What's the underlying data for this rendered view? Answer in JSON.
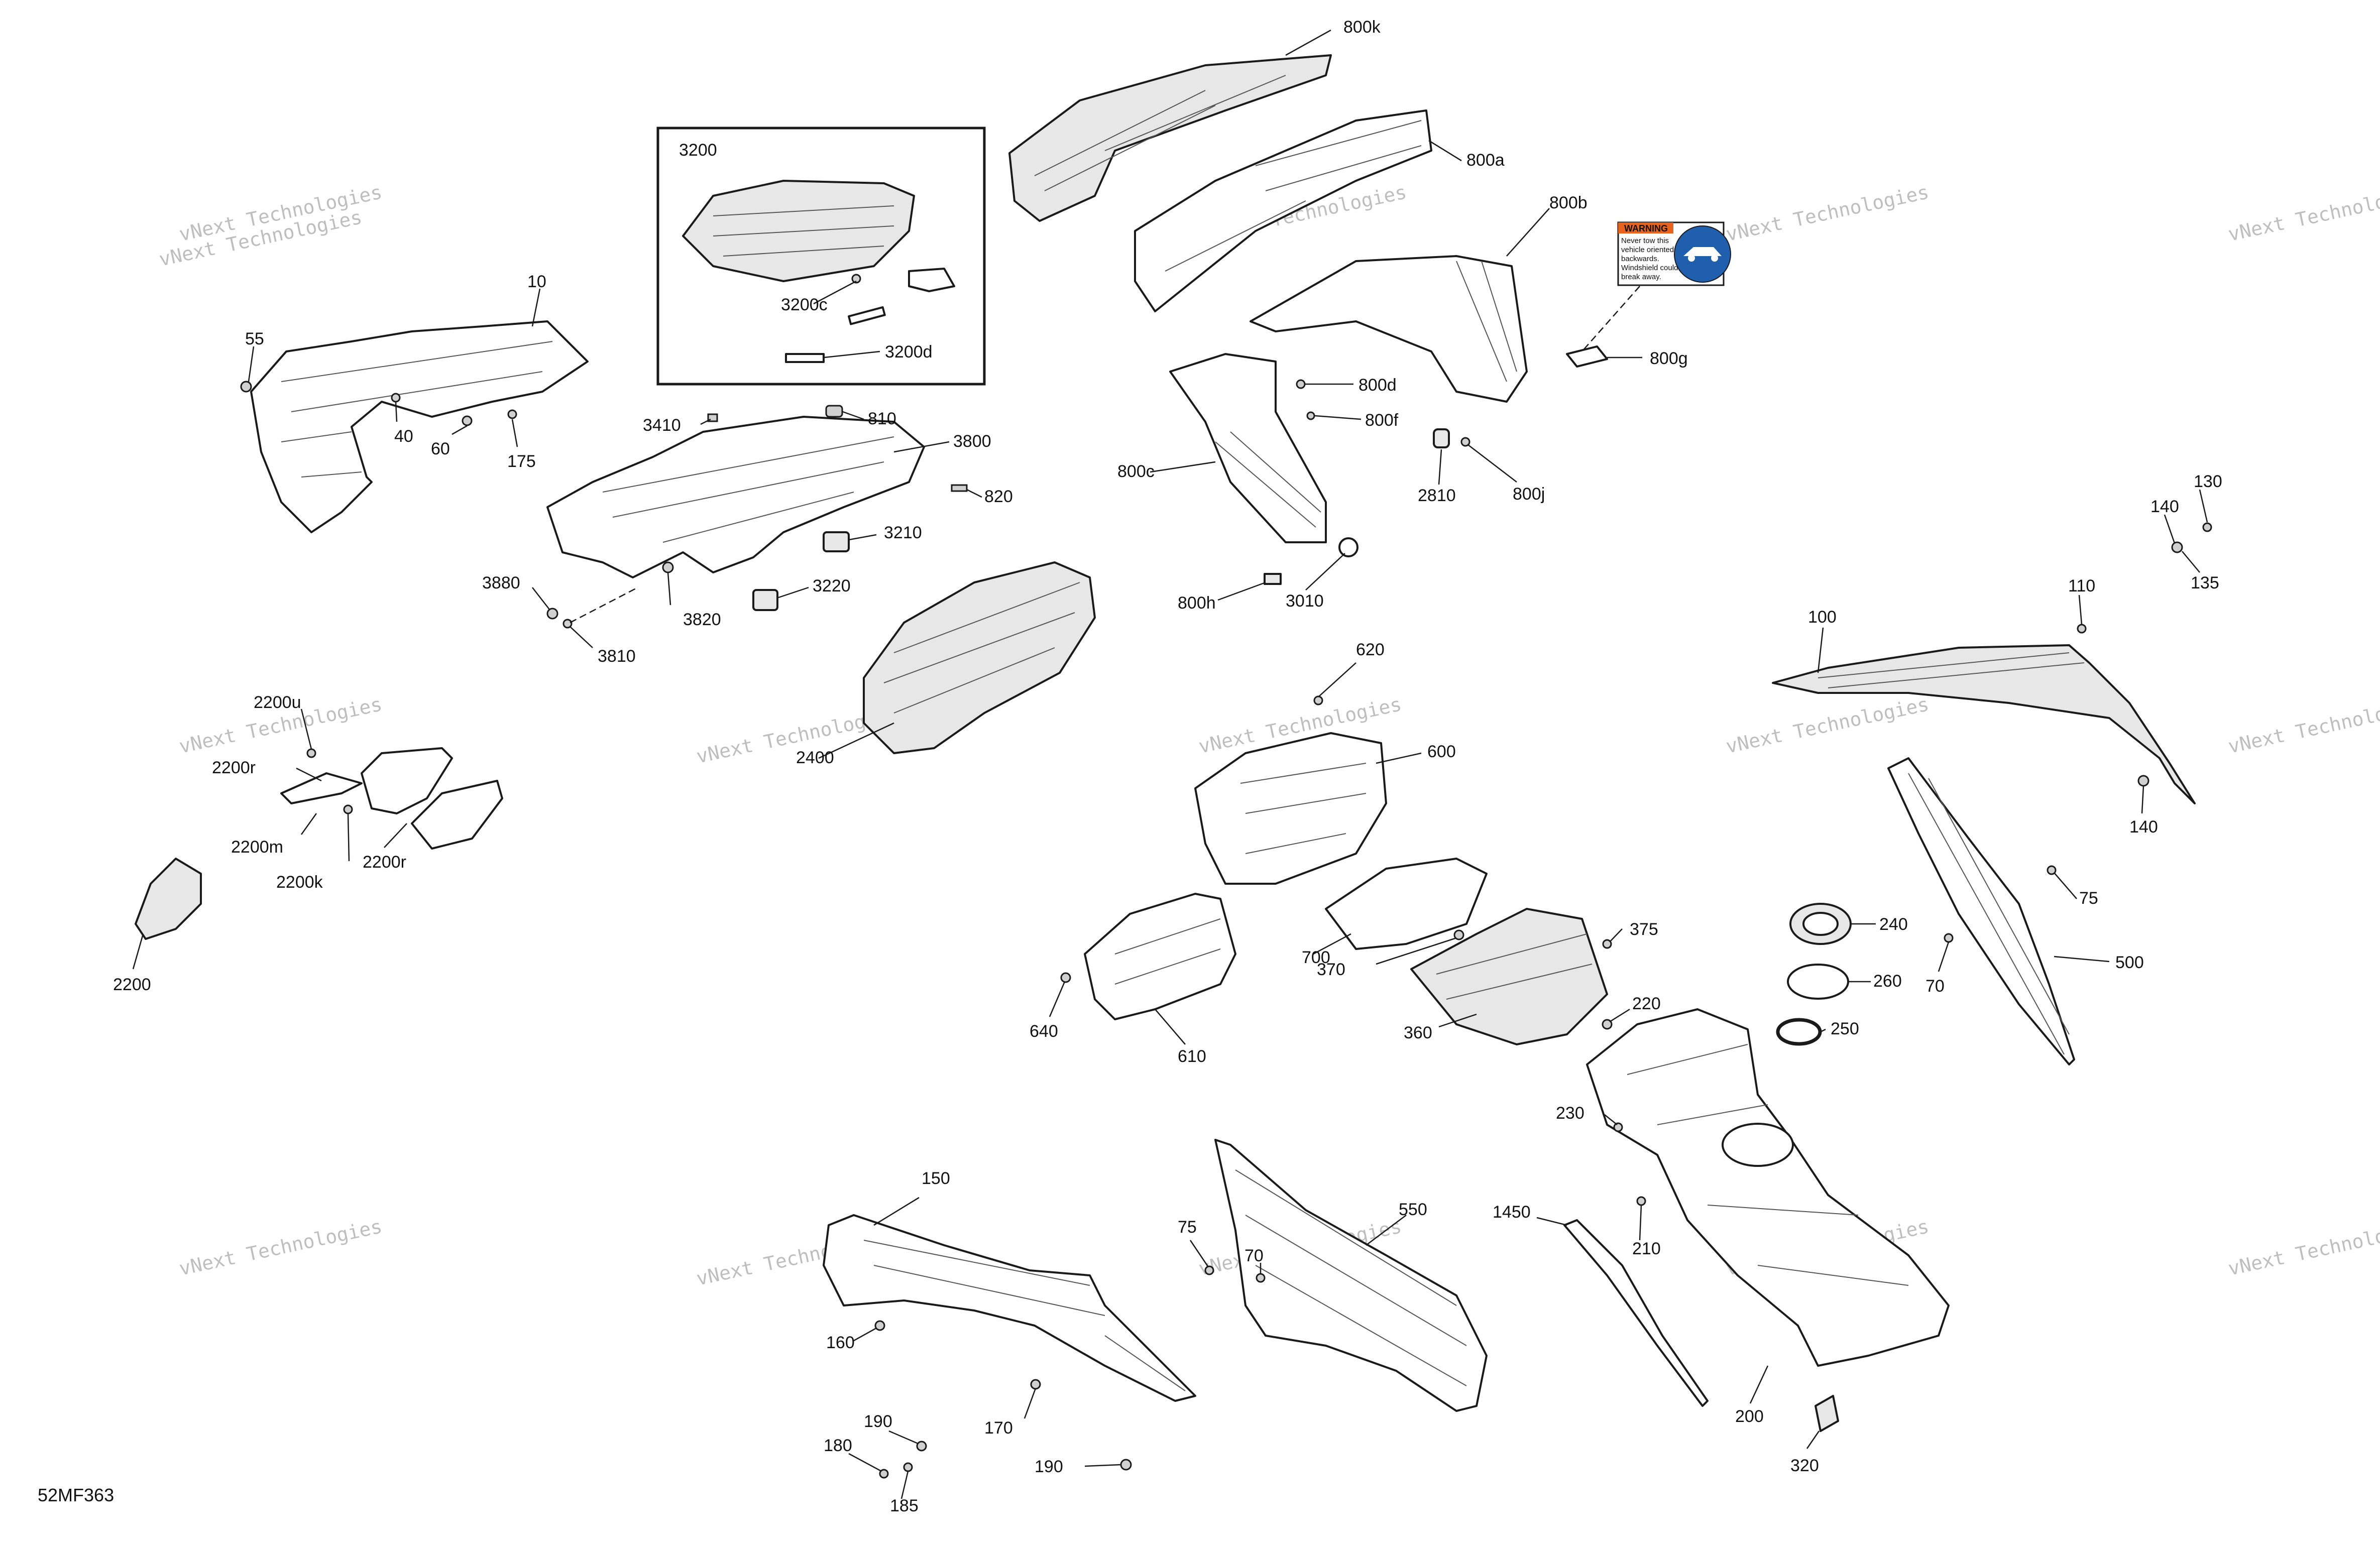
{
  "diagram_ref": "52MF363",
  "watermark": "vNext Technologies",
  "warning_label": {
    "heading": "WARNING",
    "lines": [
      "Never tow this",
      "vehicle oriented",
      "backwards.",
      "Windshield could",
      "break away."
    ],
    "colors": {
      "header": "#e8641c",
      "pictogram": "#1f5fae"
    }
  },
  "parts": [
    {
      "id": "800k"
    },
    {
      "id": "800a"
    },
    {
      "id": "800b"
    },
    {
      "id": "3200"
    },
    {
      "id": "3200c"
    },
    {
      "id": "3200d"
    },
    {
      "id": "10"
    },
    {
      "id": "55"
    },
    {
      "id": "40"
    },
    {
      "id": "60"
    },
    {
      "id": "175"
    },
    {
      "id": "3410"
    },
    {
      "id": "810"
    },
    {
      "id": "3800"
    },
    {
      "id": "820"
    },
    {
      "id": "3210"
    },
    {
      "id": "3880"
    },
    {
      "id": "3820"
    },
    {
      "id": "3220"
    },
    {
      "id": "3810"
    },
    {
      "id": "800d"
    },
    {
      "id": "800f"
    },
    {
      "id": "800c"
    },
    {
      "id": "2810"
    },
    {
      "id": "800j"
    },
    {
      "id": "800g"
    },
    {
      "id": "800h"
    },
    {
      "id": "3010"
    },
    {
      "id": "130"
    },
    {
      "id": "140"
    },
    {
      "id": "135"
    },
    {
      "id": "110"
    },
    {
      "id": "100"
    },
    {
      "id": "140"
    },
    {
      "id": "620"
    },
    {
      "id": "2400"
    },
    {
      "id": "600"
    },
    {
      "id": "2200u"
    },
    {
      "id": "2200r"
    },
    {
      "id": "2200m"
    },
    {
      "id": "2200k"
    },
    {
      "id": "2200r"
    },
    {
      "id": "2200"
    },
    {
      "id": "700"
    },
    {
      "id": "370"
    },
    {
      "id": "375"
    },
    {
      "id": "75"
    },
    {
      "id": "240"
    },
    {
      "id": "260"
    },
    {
      "id": "70"
    },
    {
      "id": "500"
    },
    {
      "id": "640"
    },
    {
      "id": "610"
    },
    {
      "id": "360"
    },
    {
      "id": "220"
    },
    {
      "id": "250"
    },
    {
      "id": "230"
    },
    {
      "id": "150"
    },
    {
      "id": "75"
    },
    {
      "id": "70"
    },
    {
      "id": "550"
    },
    {
      "id": "1450"
    },
    {
      "id": "210"
    },
    {
      "id": "160"
    },
    {
      "id": "170"
    },
    {
      "id": "200"
    },
    {
      "id": "190"
    },
    {
      "id": "180"
    },
    {
      "id": "190"
    },
    {
      "id": "185"
    },
    {
      "id": "320"
    }
  ]
}
